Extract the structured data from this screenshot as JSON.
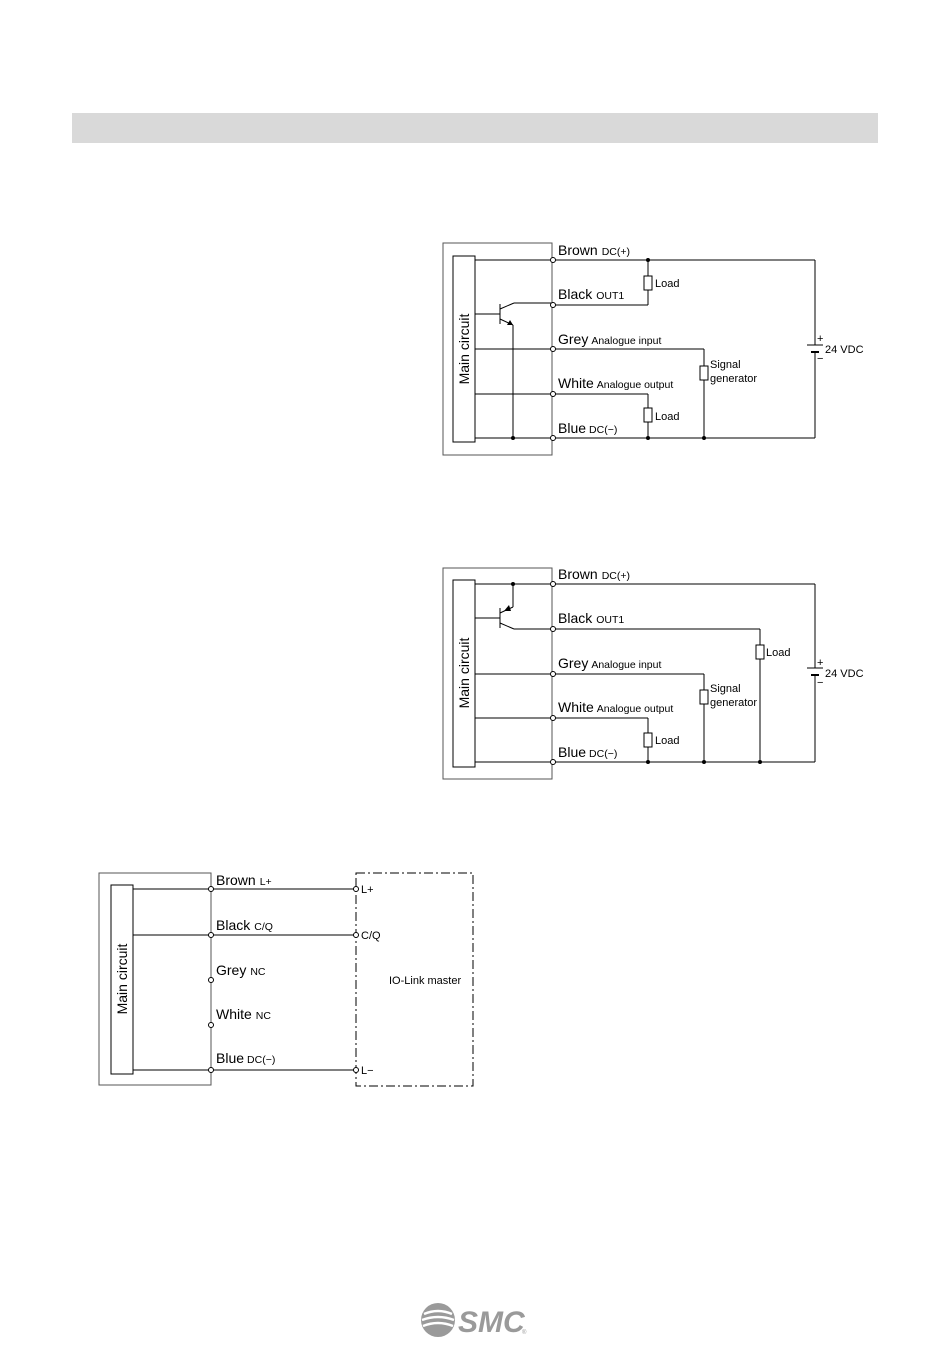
{
  "header": {
    "title": ""
  },
  "diagram_npn": {
    "main_circuit": "Main circuit",
    "wires": [
      {
        "color": "Brown",
        "function": "DC(+)"
      },
      {
        "color": "Black",
        "function": "OUT1"
      },
      {
        "color": "Grey",
        "function": "Analogue input"
      },
      {
        "color": "White",
        "function": "Analogue output"
      },
      {
        "color": "Blue",
        "function": "DC(−)"
      }
    ],
    "load_top": "Load",
    "load_bottom": "Load",
    "signal_generator_line1": "Signal",
    "signal_generator_line2": "generator",
    "supply": "24 VDC",
    "plus": "+",
    "minus": "−"
  },
  "diagram_pnp": {
    "main_circuit": "Main circuit",
    "wires": [
      {
        "color": "Brown",
        "function": "DC(+)"
      },
      {
        "color": "Black",
        "function": "OUT1"
      },
      {
        "color": "Grey",
        "function": "Analogue input"
      },
      {
        "color": "White",
        "function": "Analogue output"
      },
      {
        "color": "Blue",
        "function": "DC(−)"
      }
    ],
    "load_out": "Load",
    "load_bottom": "Load",
    "signal_generator_line1": "Signal",
    "signal_generator_line2": "generator",
    "supply": "24 VDC",
    "plus": "+",
    "minus": "−"
  },
  "diagram_iolink": {
    "main_circuit": "Main circuit",
    "wires": [
      {
        "color": "Brown",
        "function": "L+"
      },
      {
        "color": "Black",
        "function": "C/Q"
      },
      {
        "color": "Grey",
        "function": "NC"
      },
      {
        "color": "White",
        "function": "NC"
      },
      {
        "color": "Blue",
        "function": "DC(−)"
      }
    ],
    "master_pins": [
      "L+",
      "C/Q",
      "L−"
    ],
    "master_label": "IO-Link master"
  },
  "logo": {
    "text": "SMC",
    "mark": "®",
    "brand_color": "#9a9a9a"
  }
}
